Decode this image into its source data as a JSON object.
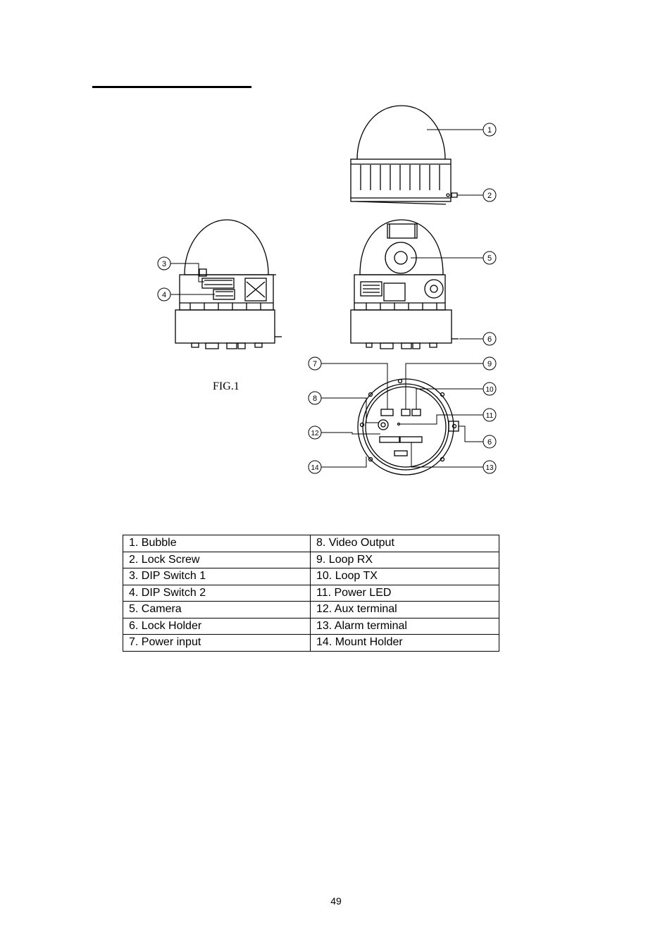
{
  "figure": {
    "caption": "FIG.1",
    "callouts": [
      "1",
      "2",
      "3",
      "4",
      "5",
      "6",
      "7",
      "8",
      "9",
      "10",
      "11",
      "12",
      "13",
      "14"
    ]
  },
  "parts": [
    [
      "1. Bubble",
      "8. Video Output"
    ],
    [
      "2. Lock Screw",
      "9. Loop RX"
    ],
    [
      "3. DIP Switch 1",
      "10. Loop TX"
    ],
    [
      "4. DIP Switch 2",
      "11. Power LED"
    ],
    [
      "5. Camera",
      "12. Aux terminal"
    ],
    [
      "6. Lock Holder",
      "13. Alarm terminal"
    ],
    [
      "7. Power input",
      "14. Mount Holder"
    ]
  ],
  "page_number": "49"
}
